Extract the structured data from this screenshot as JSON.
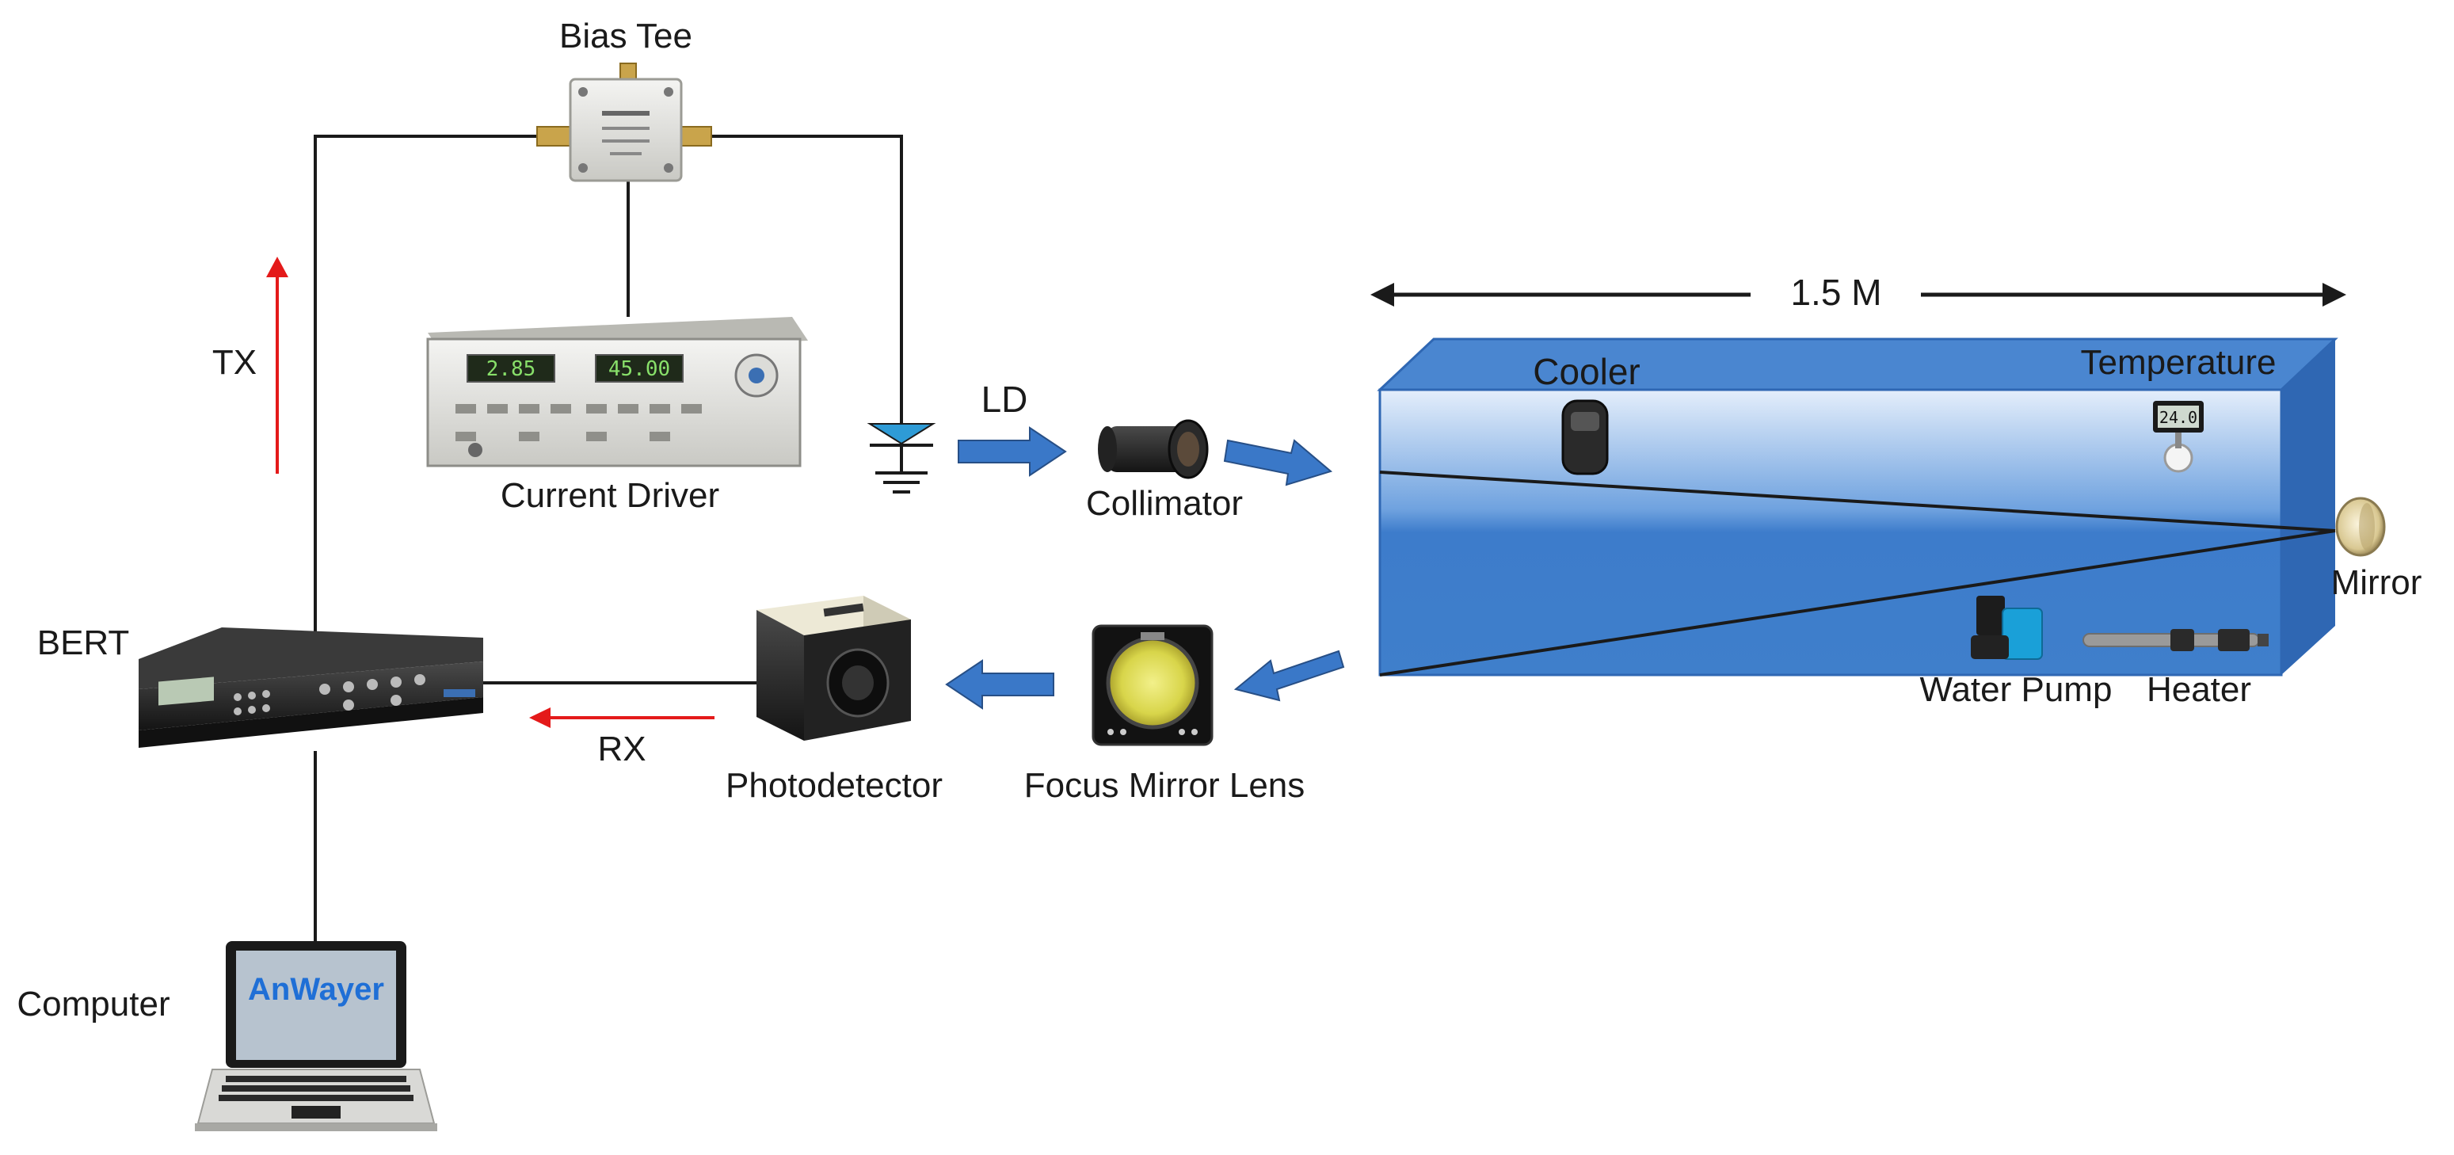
{
  "labels": {
    "bias_tee": "Bias Tee",
    "current_driver": "Current Driver",
    "ld": "LD",
    "collimator": "Collimator",
    "tx": "TX",
    "rx": "RX",
    "bert": "BERT",
    "photodetector": "Photodetector",
    "focus_mirror_lens": "Focus Mirror Lens",
    "computer": "Computer",
    "laptop_screen_text": "AnWayer",
    "distance": "1.5 M",
    "cooler": "Cooler",
    "temperature": "Temperature",
    "mirror": "Mirror",
    "water_pump": "Water Pump",
    "heater": "Heater"
  },
  "displays": {
    "driver_left": "2.85",
    "driver_right": "45.00",
    "thermometer": "24.0"
  },
  "colors": {
    "tx_arrow": "#e41a1a",
    "rx_arrow": "#e41a1a",
    "beam_arrow": "#3a78c8",
    "tank_water_top": "#cfe3f7",
    "tank_water_bottom": "#3f7fcb",
    "tank_top_face": "#4a86d0",
    "tank_side_face": "#2f67b3",
    "laptop_text": "#1f6fd6",
    "laser_diode": "#2e9bd6"
  },
  "icons": {
    "bias_tee": "bias-tee-module-icon",
    "current_driver": "current-driver-instrument-icon",
    "laser_diode": "laser-diode-symbol-icon",
    "collimator": "collimator-lens-icon",
    "bert": "bert-instrument-icon",
    "photodetector": "photodetector-icon",
    "focus_mirror_lens": "focus-mirror-lens-icon",
    "computer": "laptop-icon",
    "cooler": "cooler-icon",
    "thermometer": "thermometer-icon",
    "mirror": "mirror-icon",
    "water_pump": "water-pump-icon",
    "heater": "heater-icon"
  }
}
